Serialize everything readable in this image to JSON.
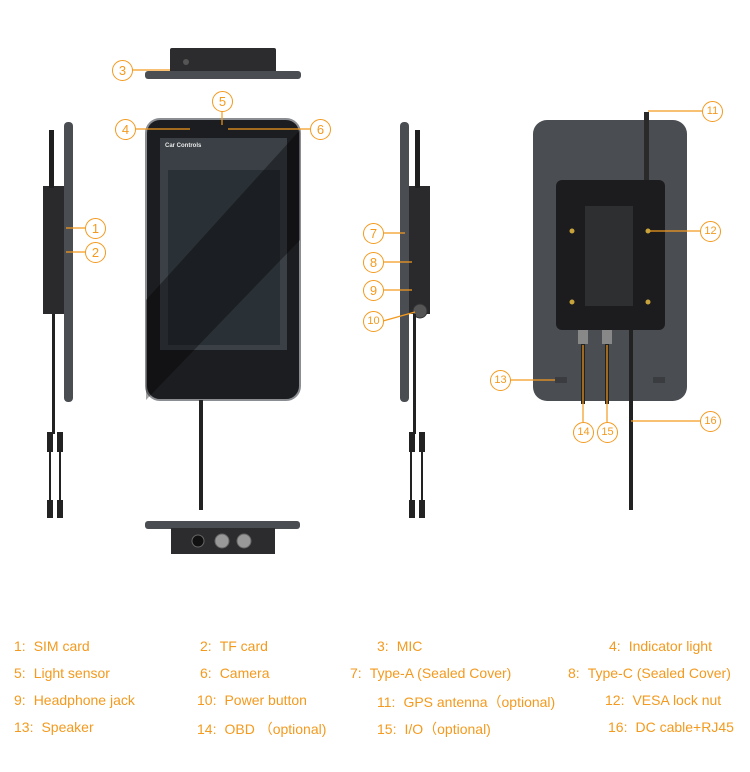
{
  "diagram": {
    "screen_title": "Car Controls",
    "accent": "#f39a1e"
  },
  "callouts": [
    "1",
    "2",
    "3",
    "4",
    "5",
    "6",
    "7",
    "8",
    "9",
    "10",
    "11",
    "12",
    "13",
    "14",
    "15",
    "16"
  ],
  "legend": [
    {
      "num": "1:",
      "label": "SIM card"
    },
    {
      "num": "2:",
      "label": "TF card"
    },
    {
      "num": "3:",
      "label": "MIC"
    },
    {
      "num": "4:",
      "label": "Indicator light"
    },
    {
      "num": "5:",
      "label": "Light sensor"
    },
    {
      "num": "6:",
      "label": "Camera"
    },
    {
      "num": "7:",
      "label": "Type-A (Sealed Cover)"
    },
    {
      "num": "8:",
      "label": "Type-C (Sealed Cover)"
    },
    {
      "num": "9:",
      "label": "Headphone jack"
    },
    {
      "num": "10:",
      "label": "Power button"
    },
    {
      "num": "11:",
      "label": "GPS antenna（optional)"
    },
    {
      "num": "12:",
      "label": "VESA lock nut"
    },
    {
      "num": "13:",
      "label": "Speaker"
    },
    {
      "num": "14:",
      "label": "OBD （optional)"
    },
    {
      "num": "15:",
      "label": "I/O（optional)"
    },
    {
      "num": "16:",
      "label": "DC cable+RJ45"
    }
  ]
}
